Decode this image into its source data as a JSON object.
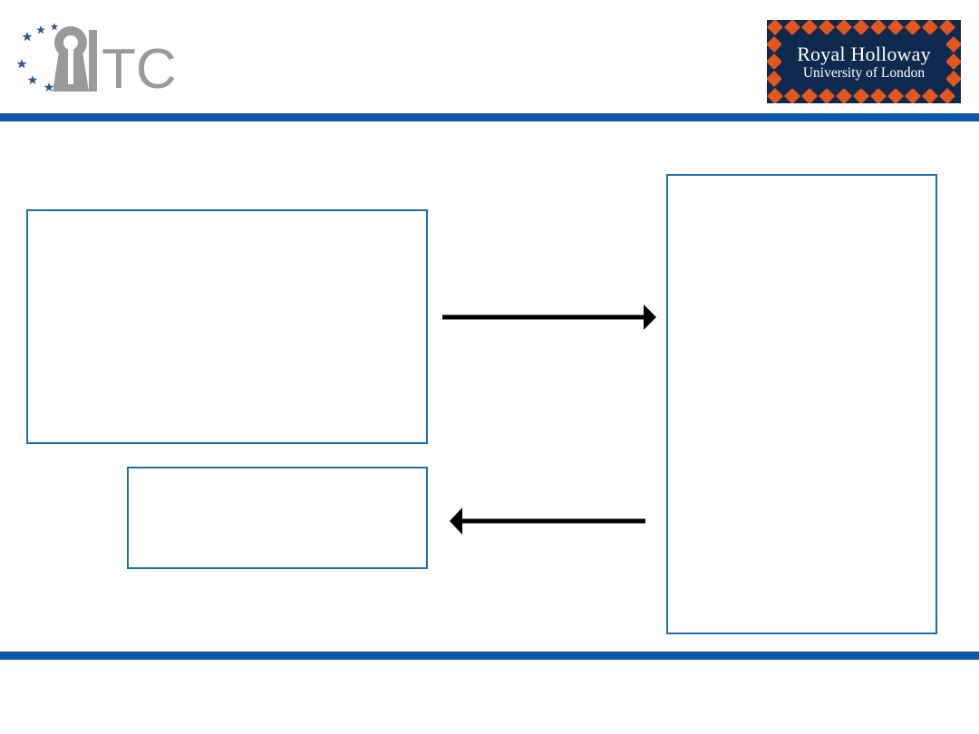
{
  "header": {
    "otc_logo": {
      "text": "TC",
      "colors": {
        "gray": "#9a9a9a",
        "blue": "#2f5597"
      }
    },
    "university_logo": {
      "line1": "Royal Holloway",
      "line2": "University of London",
      "colors": {
        "navy": "#0f2a4e",
        "orange": "#e2571d"
      }
    }
  },
  "colors": {
    "rule": "#0b58a6",
    "box_border": "#1a6fb4",
    "arrow": "#000000"
  },
  "diagram": {
    "boxes": [
      {
        "id": "left-large",
        "text": ""
      },
      {
        "id": "left-small",
        "text": ""
      },
      {
        "id": "right-tall",
        "text": ""
      }
    ],
    "arrows": [
      {
        "from": "left-large",
        "to": "right-tall",
        "direction": "right"
      },
      {
        "from": "right-tall",
        "to": "left-small",
        "direction": "left"
      }
    ]
  }
}
